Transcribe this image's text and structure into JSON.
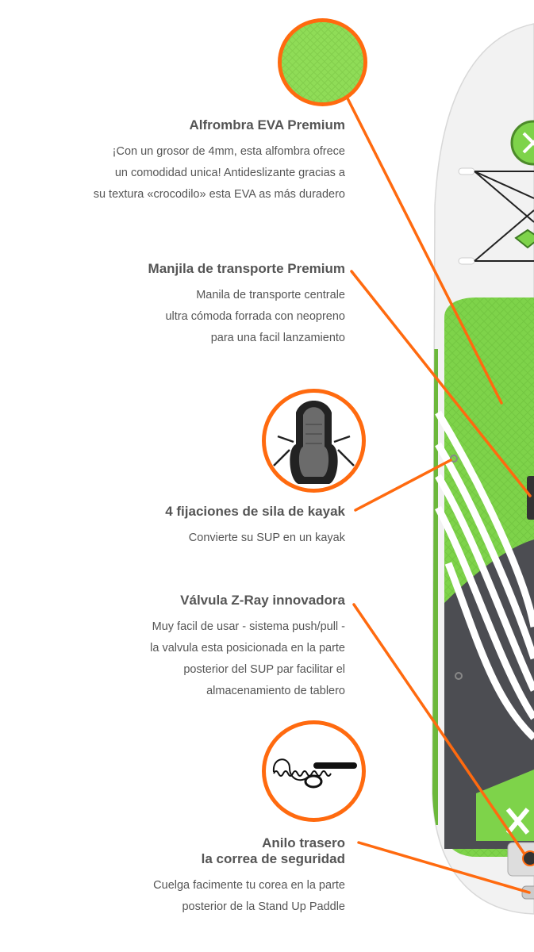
{
  "features": [
    {
      "title": "Alfrombra EVA Premium",
      "lines": [
        "¡Con un grosor de 4mm, esta alfombra ofrece",
        "un comodidad unica! Antideslizante gracias a",
        "su textura «crocodilo» esta EVA as más duradero"
      ],
      "icon": "green-eva-swatch-icon"
    },
    {
      "title": "Manjila de transporte Premium",
      "lines": [
        "Manila de transporte centrale",
        "ultra cómoda forrada con neopreno",
        "para una facil lanzamiento"
      ]
    },
    {
      "title": "4 fijaciones de sila de kayak",
      "lines": [
        "Convierte su SUP en un kayak"
      ],
      "icon": "kayak-seat-icon"
    },
    {
      "title": "Válvula Z-Ray innovadora",
      "lines": [
        "Muy facil de usar - sistema push/pull -",
        "la valvula esta posicionada en la parte",
        "posterior del SUP par facilitar el",
        "almacenamiento de tablero"
      ]
    },
    {
      "title_line1": "Anilo trasero",
      "title_line2": "la correa de seguridad",
      "lines": [
        "Cuelga facimente tu corea en la parte",
        "posterior de la Stand Up Paddle"
      ],
      "icon": "coiled-leash-icon"
    }
  ],
  "colors": {
    "accent": "#ff6a0f",
    "board_green": "#7ed34a",
    "board_dark": "#4c4d52",
    "text": "#555555"
  }
}
